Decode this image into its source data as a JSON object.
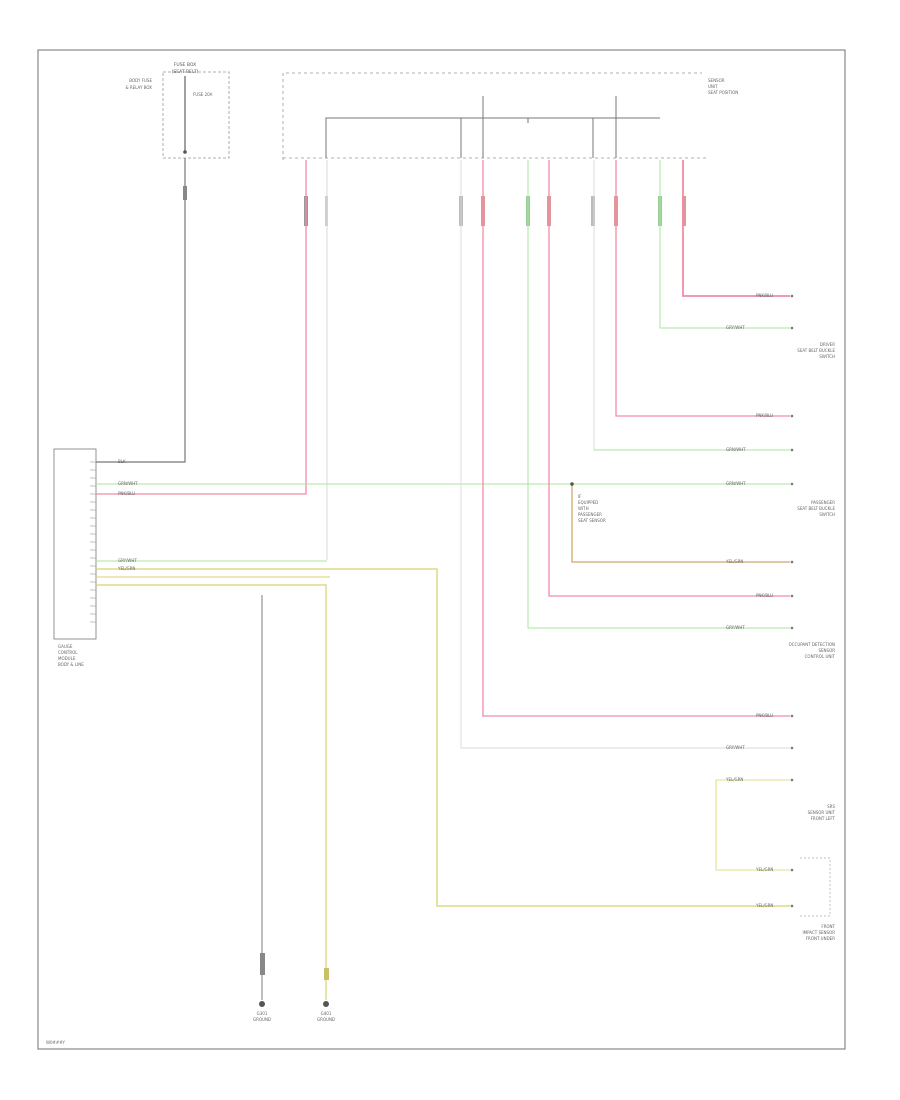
{
  "diagram": {
    "page_code": "W0###Y",
    "components": {
      "fuse_box": [
        "FUSE BOX",
        "(SEAT BELT)",
        "BODY FUSE",
        "& RELAY BOX",
        "FUSE 20A"
      ],
      "gauge_module": [
        "GAUGE",
        "CONTROL",
        "MODULE",
        "BODY & LINE"
      ],
      "driver_seat": [
        "DRIVER",
        "SEAT BELT BUCKLE",
        "SWITCH"
      ],
      "sensor_unit": [
        "SENSOR",
        "UNIT",
        "SEAT POSITION"
      ],
      "passenger_seat": [
        "PASSENGER",
        "SEAT BELT BUCKLE",
        "SWITCH"
      ],
      "occupant_sensor": [
        "OCCUPANT DETECTION",
        "SENSOR",
        "CONTROL UNIT"
      ],
      "srs_sensor": [
        "SRS",
        "SENSOR UNIT",
        "FRONT LEFT"
      ],
      "front_impact": [
        "FRONT",
        "IMPACT SENSOR",
        "FRONT UNDER"
      ],
      "note_box": [
        "IF",
        "EQUIPPED",
        "WITH",
        "PASSENGER",
        "SEAT SENSOR"
      ],
      "ground_left": [
        "G301",
        "GROUND"
      ],
      "ground_right": [
        "G401",
        "GROUND"
      ]
    },
    "wire_colors": {
      "pink": "#f08ca6",
      "green": "#a8e6a0",
      "grey": "#c8c8c8",
      "yellow": "#e0e08a",
      "olive": "#b5b070",
      "frame": "#888888"
    },
    "wire_labels": {
      "pink": "PNK/BLU",
      "green": "GRN/WHT",
      "grey": "GRY/WHT",
      "yellow": "YEL/GRN",
      "black": "BLK"
    }
  }
}
